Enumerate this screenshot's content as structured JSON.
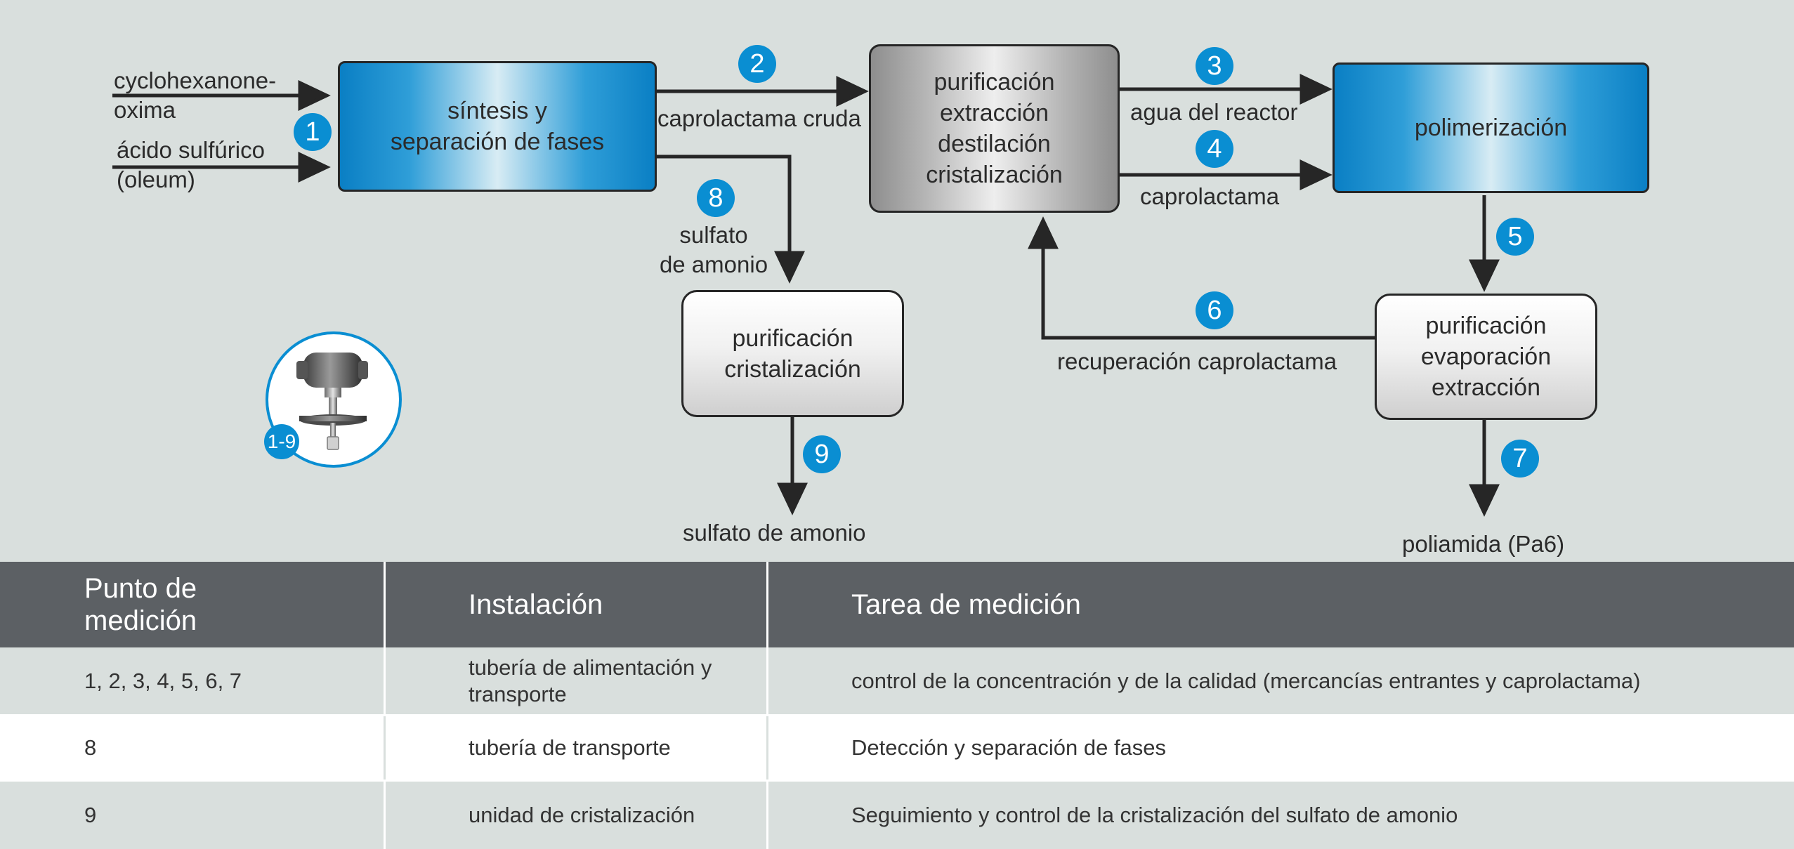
{
  "diagram": {
    "inputs": {
      "feed_1": "cyclohexanone-\noxima",
      "feed_2": "ácido sulfúrico\n(oleum)"
    },
    "boxes": {
      "synthesis": "síntesis y\nseparación de fases",
      "purification_main": "purificación\nextracción\ndestilación\ncristalización",
      "polymerization": "polimerización",
      "purification_sulfate": "purificación\ncristalización",
      "purification_recovery": "purificación\nevaporación\nextracción"
    },
    "streams": {
      "crude": "caprolactama cruda",
      "reactor_water": "agua del reactor",
      "caprolactam": "caprolactama",
      "sulfate_side": "sulfato\nde amonio",
      "recovery": "recuperación caprolactama",
      "sulfate_out": "sulfato de amonio",
      "polyamide": "poliamida (Pa6)"
    },
    "badges": [
      "1",
      "2",
      "3",
      "4",
      "5",
      "6",
      "7",
      "8",
      "9"
    ],
    "instrument_badge": "1-9",
    "instrument_icon": "level-transmitter-icon",
    "colors": {
      "accent": "#0a8ed2",
      "arrow": "#262626",
      "background": "#d9dfdd",
      "table_header": "#5c6064"
    }
  },
  "table": {
    "headers": [
      "Punto de\nmedición",
      "Instalación",
      "Tarea de medición"
    ],
    "rows": [
      [
        "1, 2, 3, 4, 5, 6, 7",
        "tubería de alimentación y\ntransporte",
        "control de la concentración y de la calidad (mercancías entrantes y caprolactama)"
      ],
      [
        "8",
        "tubería de transporte",
        "Detección y separación de fases"
      ],
      [
        "9",
        "unidad de cristalización",
        "Seguimiento y control de la cristalización del sulfato de amonio"
      ]
    ]
  }
}
